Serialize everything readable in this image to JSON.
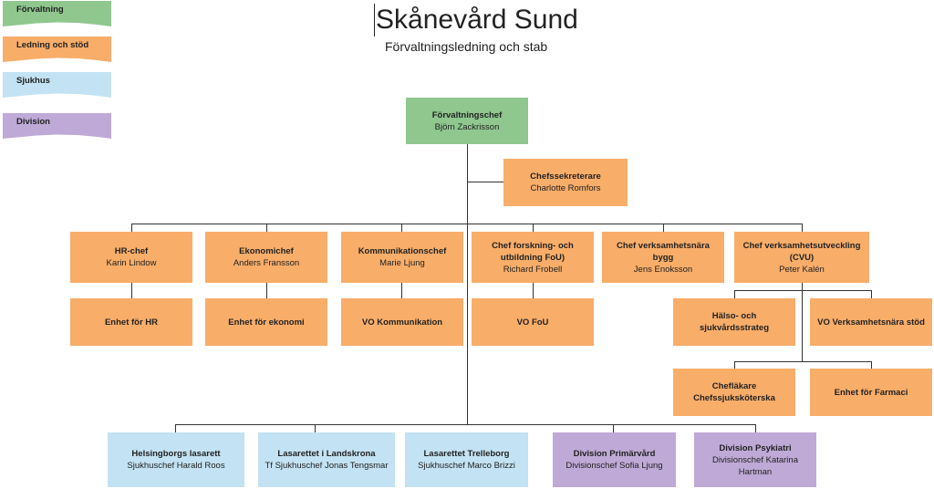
{
  "legend": [
    {
      "label": "Förvaltning",
      "color": "#8fc78f"
    },
    {
      "label": "Ledning och stöd",
      "color": "#f8ad69"
    },
    {
      "label": "Sjukhus",
      "color": "#c3e2f3"
    },
    {
      "label": "Division",
      "color": "#bfa9d6"
    }
  ],
  "title": "Skånevård Sund",
  "subtitle": "Förvaltningsledning och stab",
  "boxes": {
    "forvaltningschef": {
      "title": "Förvaltningschef",
      "name": "Björn Zackrisson"
    },
    "chefssekreterare": {
      "title": "Chefssekreterare",
      "name": "Charlotte Romfors"
    },
    "hr_chef": {
      "title": "HR-chef",
      "name": "Karin Lindow"
    },
    "ekonomichef": {
      "title": "Ekonomichef",
      "name": "Anders Fransson"
    },
    "kommunikationschef": {
      "title": "Kommunikationschef",
      "name": "Marie Ljung"
    },
    "chef_forskning": {
      "title": "Chef forskning- och utbildning  FoU)",
      "name": "Richard Frobell"
    },
    "chef_bygg": {
      "title": "Chef verksamhetsnära bygg",
      "name": "Jens Enoksson"
    },
    "chef_cvu": {
      "title": "Chef verksamhetsutveckling (CVU)",
      "name": "Peter Kalén"
    },
    "enhet_hr": {
      "title": "Enhet för HR"
    },
    "enhet_ekonomi": {
      "title": "Enhet för ekonomi"
    },
    "vo_kommunikation": {
      "title": "VO Kommunikation"
    },
    "vo_fou": {
      "title": "VO FoU"
    },
    "halso_strateg": {
      "title": "Hälso- och sjukvårdsstrateg"
    },
    "vo_verksamhet": {
      "title": "VO Verksamhetsnära stöd"
    },
    "cheflakare": {
      "title": "Chefläkare",
      "title2": "Chefssjuksköterska"
    },
    "enhet_farmaci": {
      "title": "Enhet för Farmaci"
    },
    "helsingborg": {
      "title": "Helsingborgs lasarett",
      "name": "Sjukhuschef Harald Roos"
    },
    "landskrona": {
      "title": "Lasarettet i Landskrona",
      "name": "Tf Sjukhuschef Jonas Tengsmar"
    },
    "trelleborg": {
      "title": "Lasarettet Trelleborg",
      "name": "Sjukhuschef Marco Brizzi"
    },
    "primarvard": {
      "title": "Division Primärvård",
      "name": "Divisionschef Sofia Ljung"
    },
    "psykiatri": {
      "title": "Division Psykiatri",
      "name": "Divisionschef Katarina Hartman"
    }
  }
}
